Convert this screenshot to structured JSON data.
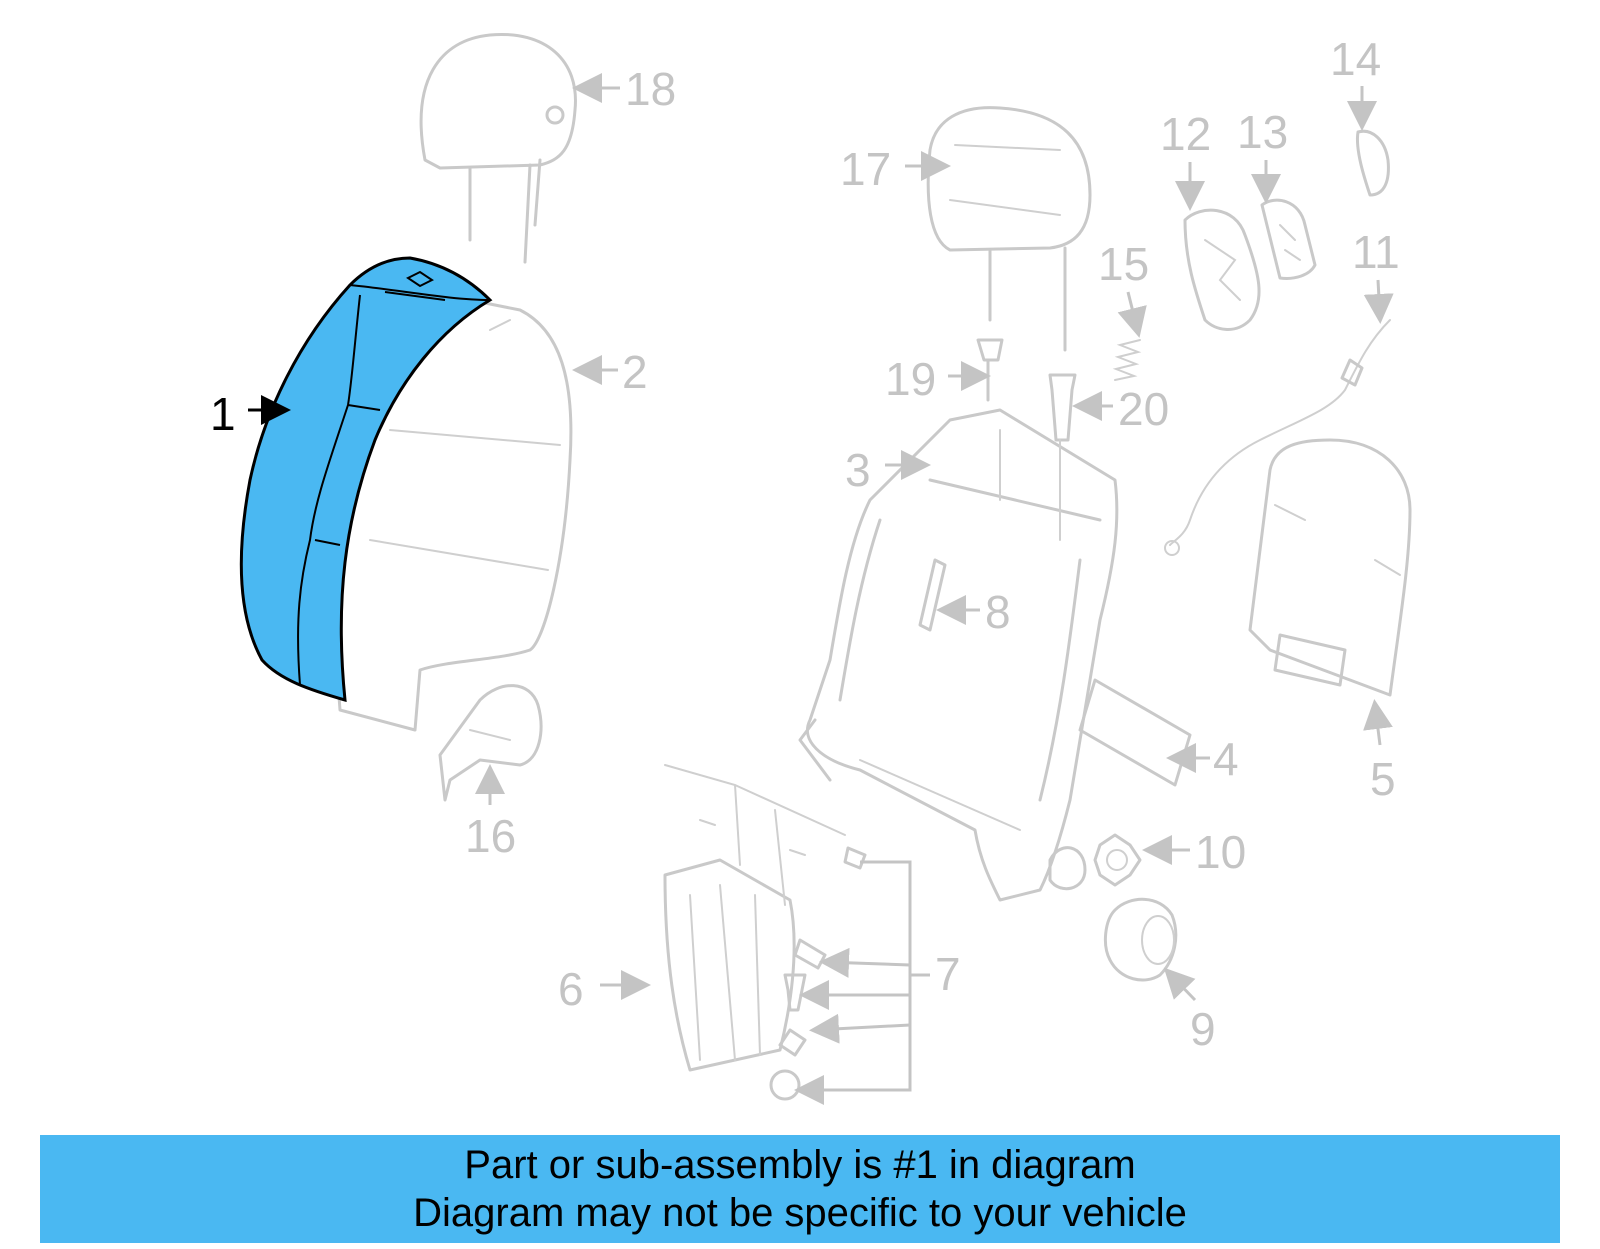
{
  "diagram": {
    "highlight_color": "#4ab8f2",
    "callouts": {
      "c1": "1",
      "c2": "2",
      "c3": "3",
      "c4": "4",
      "c5": "5",
      "c6": "6",
      "c7": "7",
      "c8": "8",
      "c9": "9",
      "c10": "10",
      "c11": "11",
      "c12": "12",
      "c13": "13",
      "c14": "14",
      "c15": "15",
      "c16": "16",
      "c17": "17",
      "c18": "18",
      "c19": "19",
      "c20": "20"
    }
  },
  "caption": {
    "line1": "Part or sub-assembly is #1 in diagram",
    "line2": "Diagram may not be specific to your vehicle"
  }
}
